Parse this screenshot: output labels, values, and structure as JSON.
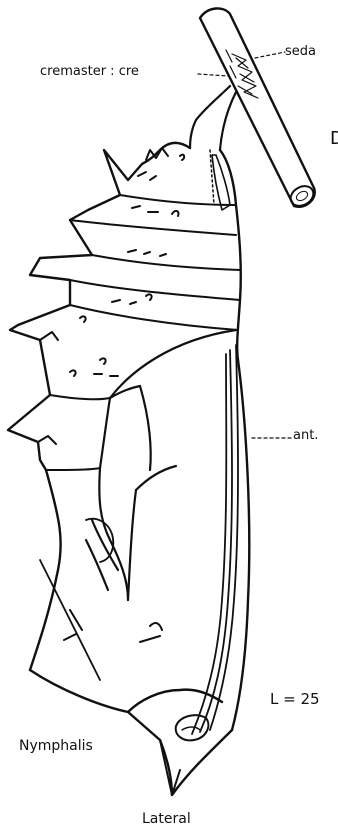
{
  "figure": {
    "labels": {
      "cremaster": "cremaster : cre",
      "seda": "seda",
      "antenna": "ant.",
      "length": "L = 25",
      "genus": "Nymphalis",
      "view": "Lateral",
      "panel_letter": "D"
    },
    "line_color": "#111111",
    "background": "#ffffff"
  }
}
